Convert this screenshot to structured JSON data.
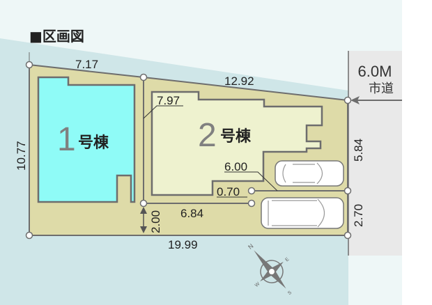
{
  "title": "■区画図",
  "road": {
    "width": "6.0M",
    "type": "市道"
  },
  "lots": [
    {
      "number": "1",
      "suffix": "号棟"
    },
    {
      "number": "2",
      "suffix": "号棟"
    }
  ],
  "dimensions": {
    "top_left": "7.17",
    "top_right": "12.92",
    "left": "10.77",
    "lot2_west": "7.97",
    "right_upper": "5.84",
    "right_lower": "2.70",
    "driveway_length": "6.00",
    "driveway_width": "0.70",
    "access_length": "6.84",
    "access_width": "2.00",
    "bottom": "19.99"
  },
  "colors": {
    "lot": "#dedba8",
    "lot1_building": "#8ffbf7",
    "lot2_building": "#eef2cf",
    "outline": "#6d6d6d",
    "road": "#e9e9e9",
    "sky": "#eef7f7",
    "surround": "#cfe6e8"
  },
  "compass": {
    "n": "N",
    "e": "E",
    "s": "S",
    "w": "W"
  }
}
